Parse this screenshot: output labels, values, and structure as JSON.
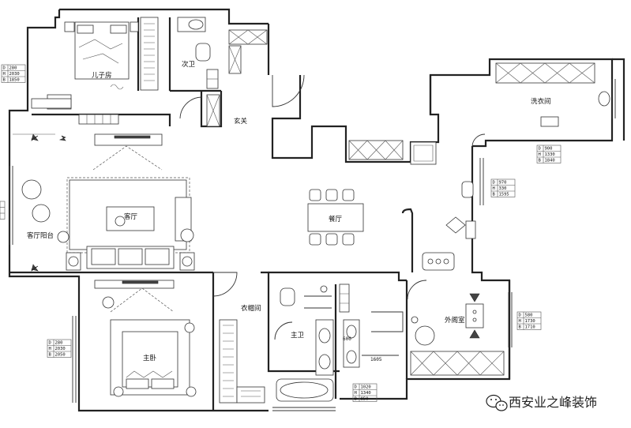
{
  "rooms": {
    "son_room": "儿子房",
    "second_bath": "次卫",
    "entrance": "玄关",
    "laundry": "洗衣间",
    "living": "客厅",
    "living_balcony": "客厅阳台",
    "dining": "餐厅",
    "cloakroom": "衣帽间",
    "master_bath": "主卫",
    "master_bed": "主卧",
    "outdoor_room": "外阁室"
  },
  "dim_tables": {
    "son_room_bed": {
      "rows": [
        [
          "D",
          "280"
        ],
        [
          "H",
          "2030"
        ],
        [
          "B",
          "1850"
        ]
      ]
    },
    "master_bed": {
      "rows": [
        [
          "D",
          "280"
        ],
        [
          "H",
          "2030"
        ],
        [
          "B",
          "2050"
        ]
      ]
    },
    "laundry_window": {
      "rows": [
        [
          "D",
          "900"
        ],
        [
          "H",
          "1330"
        ],
        [
          "B",
          "1840"
        ]
      ]
    },
    "dining_window": {
      "rows": [
        [
          "D",
          "970"
        ],
        [
          "H",
          "330"
        ],
        [
          "B",
          "1595"
        ]
      ]
    },
    "outdoor_window": {
      "rows": [
        [
          "D",
          "580"
        ],
        [
          "H",
          "1730"
        ],
        [
          "B",
          "1710"
        ]
      ]
    },
    "master_bath_window": {
      "rows": [
        [
          "D",
          "1020"
        ],
        [
          "H",
          "1340"
        ],
        [
          "B",
          "850"
        ]
      ]
    },
    "left_edge": {
      "rows": [
        [
          "D",
          ""
        ],
        [
          "H",
          ""
        ],
        [
          "B",
          ""
        ]
      ]
    }
  },
  "measurements": {
    "vanity_depth": "600",
    "vanity_width": "1605"
  },
  "watermark": {
    "icon": "wechat-icon",
    "text": "西安业之峰装饰"
  }
}
